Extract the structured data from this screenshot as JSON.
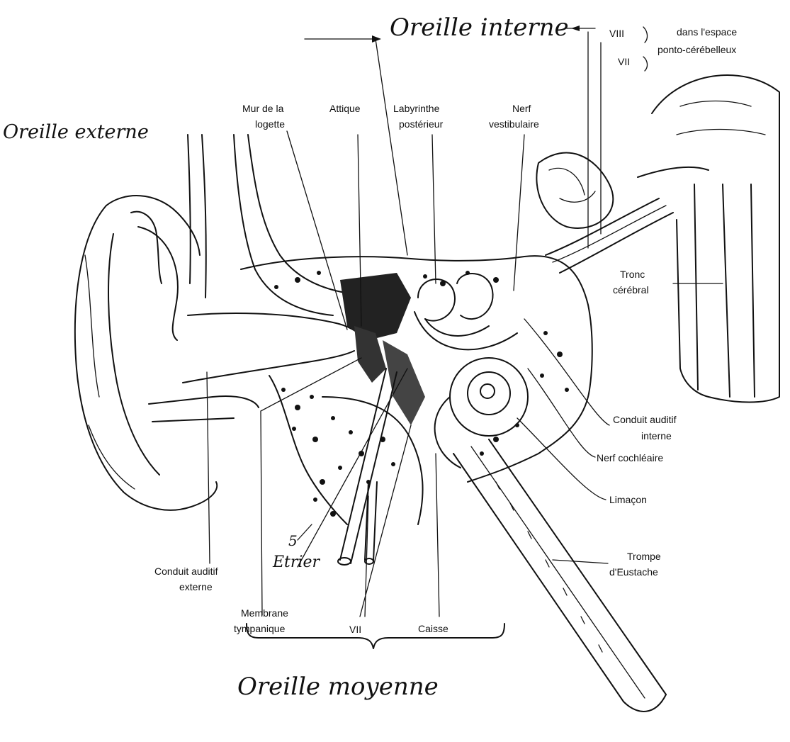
{
  "handwritten": {
    "inner_ear": "Oreille interne",
    "outer_ear": "Oreille externe",
    "middle_ear": "Oreille moyenne",
    "stapes": "Etrier",
    "five": "5"
  },
  "labels": {
    "viii": "VIII",
    "vii_top": "VII",
    "space_line1": "dans l'espace",
    "space_line2": "ponto-cérébelleux",
    "wall_line1": "Mur de la",
    "wall_line2": "logette",
    "attic": "Attique",
    "labyrinth_line1": "Labyrinthe",
    "labyrinth_line2": "postérieur",
    "vestibular_line1": "Nerf",
    "vestibular_line2": "vestibulaire",
    "brainstem_line1": "Tronc",
    "brainstem_line2": "cérébral",
    "internal_canal_line1": "Conduit auditif",
    "internal_canal_line2": "interne",
    "cochlear_nerve": "Nerf cochléaire",
    "cochlea": "Limaçon",
    "eustachian_line1": "Trompe",
    "eustachian_line2": "d'Eustache",
    "external_canal_line1": "Conduit auditif",
    "external_canal_line2": "externe",
    "membrane_line1": "Membrane",
    "membrane_line2": "tympanique",
    "vii_bottom": "VII",
    "cavity": "Caisse"
  }
}
